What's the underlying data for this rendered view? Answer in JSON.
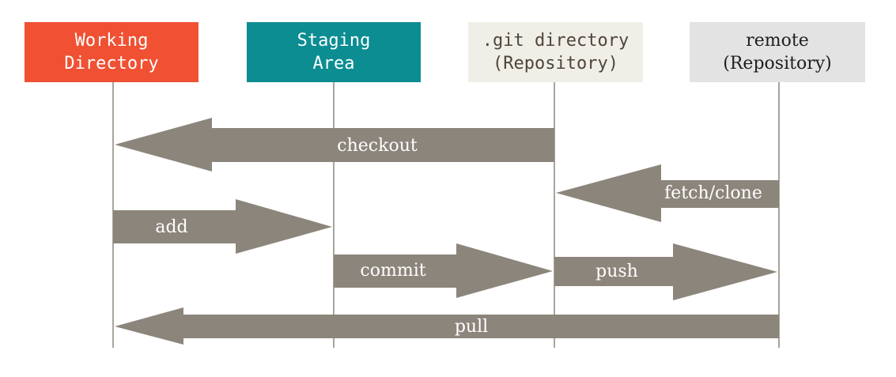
{
  "columns": [
    {
      "id": "working-directory",
      "line1": "Working",
      "line2": "Directory",
      "bg": "#f05133",
      "fg": "#ffffff"
    },
    {
      "id": "staging-area",
      "line1": "Staging",
      "line2": "Area",
      "bg": "#0b8d92",
      "fg": "#ffffff"
    },
    {
      "id": "git-directory",
      "line1": ".git directory",
      "line2": "(Repository)",
      "bg": "#f0efe7",
      "fg": "#4e443c"
    },
    {
      "id": "remote",
      "line1": "remote",
      "line2": "(Repository)",
      "bg": "#e3e3e3",
      "fg": "#1f1f1f"
    }
  ],
  "operations": [
    {
      "id": "checkout",
      "label": "checkout",
      "from": "git-directory",
      "to": "working-directory"
    },
    {
      "id": "fetch-clone",
      "label": "fetch/clone",
      "from": "remote",
      "to": "git-directory"
    },
    {
      "id": "add",
      "label": "add",
      "from": "working-directory",
      "to": "staging-area"
    },
    {
      "id": "commit",
      "label": "commit",
      "from": "staging-area",
      "to": "git-directory"
    },
    {
      "id": "push",
      "label": "push",
      "from": "git-directory",
      "to": "remote"
    },
    {
      "id": "pull",
      "label": "pull",
      "from": "remote",
      "to": "working-directory"
    }
  ],
  "colors": {
    "arrow": "#8c857b",
    "line": "#8c857b"
  }
}
